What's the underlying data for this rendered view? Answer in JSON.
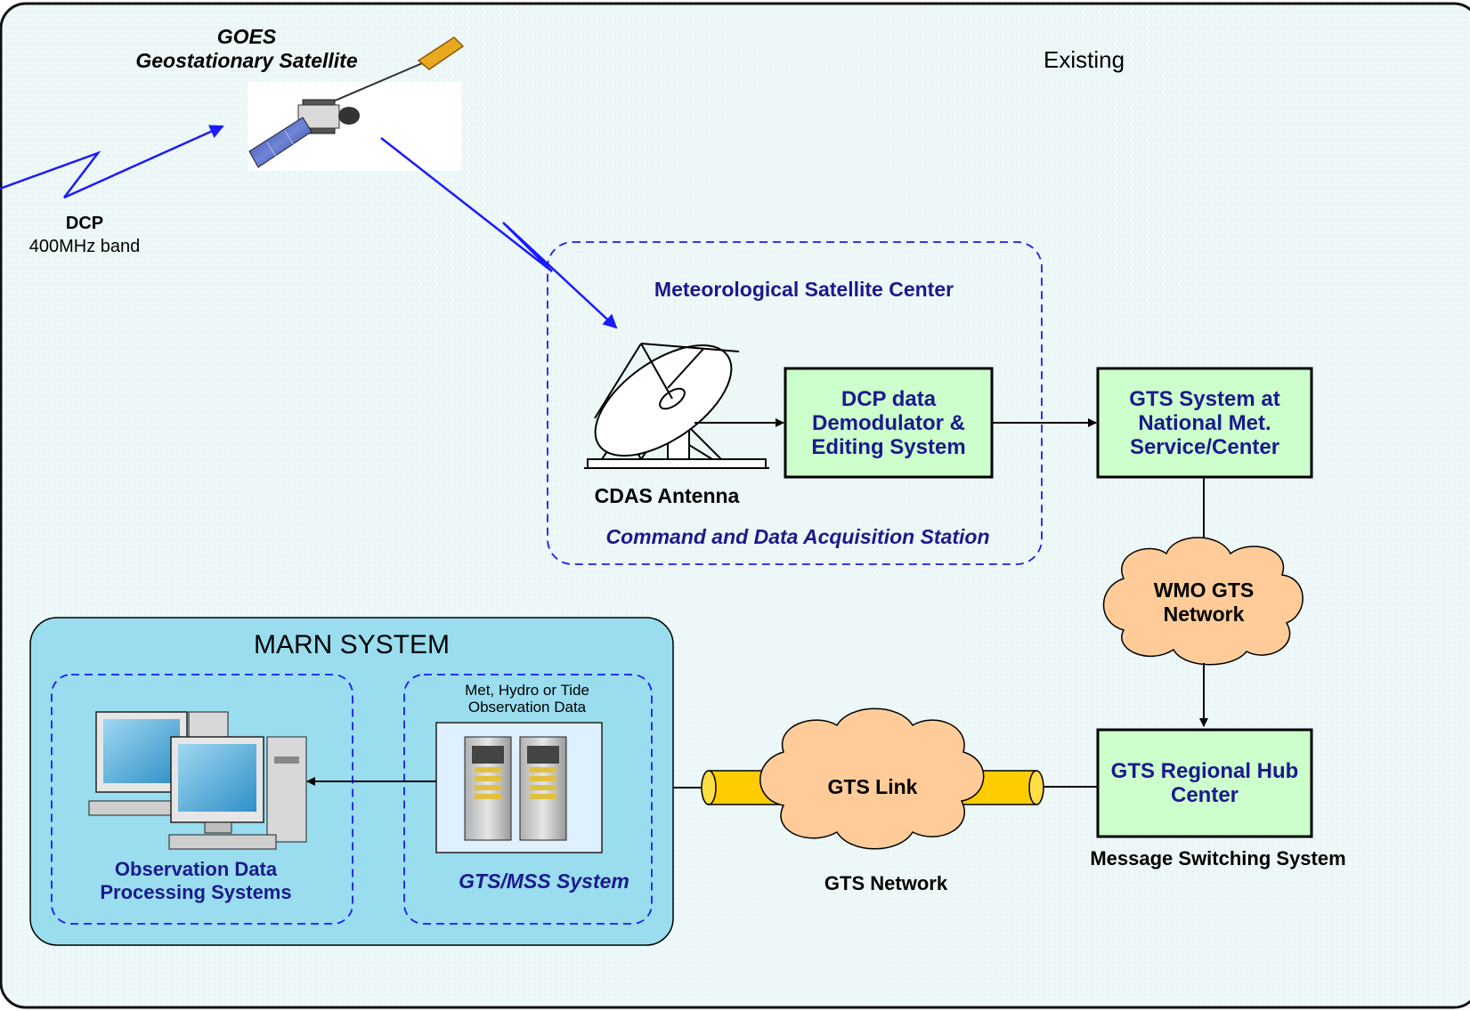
{
  "satellite": {
    "title_line1": "GOES",
    "title_line2": "Geostationary Satellite"
  },
  "dcp": {
    "title": "DCP",
    "band": "400MHz band"
  },
  "status_label": "Existing",
  "msc": {
    "center_label": "Meteorological Satellite Center",
    "antenna_label": "CDAS Antenna",
    "station_label": "Command and Data Acquisition Station",
    "demodulator_box": "DCP data Demodulator & Editing System"
  },
  "gts_national_box": "GTS System at National Met. Service/Center",
  "wmo_cloud": "WMO GTS Network",
  "regional_hub": {
    "box": "GTS Regional Hub Center",
    "caption": "Message Switching System"
  },
  "gts_link": {
    "cloud": "GTS Link",
    "caption": "GTS Network"
  },
  "marn": {
    "title": "MARN SYSTEM",
    "mss_data_label": "Met, Hydro or Tide Observation Data",
    "mss_caption": "GTS/MSS System",
    "obs_caption": "Observation Data Processing Systems"
  },
  "colors": {
    "background": "#eaf6f6",
    "box_fill": "#ccffcc",
    "cloud_fill": "#ffcc99",
    "marn_fill": "#99ddee",
    "signal": "#1a1aff",
    "label_navy": "#1a1a8c",
    "cable": "#ffcc00"
  }
}
